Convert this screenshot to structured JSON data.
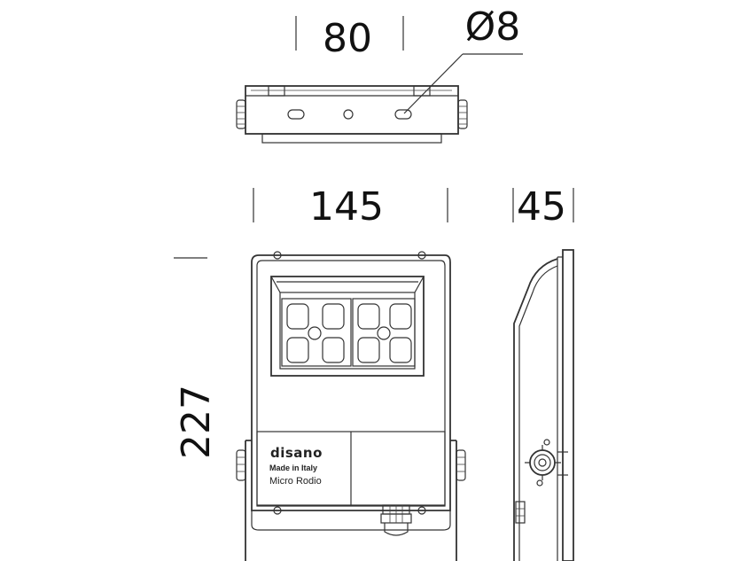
{
  "dimensions": {
    "bracket_width": "80",
    "hole_diameter": "Ø8",
    "body_width": "145",
    "body_depth": "45",
    "body_height": "227"
  },
  "label": {
    "brand": "disano",
    "made_in": "Made in Italy",
    "model": "Micro Rodio"
  }
}
